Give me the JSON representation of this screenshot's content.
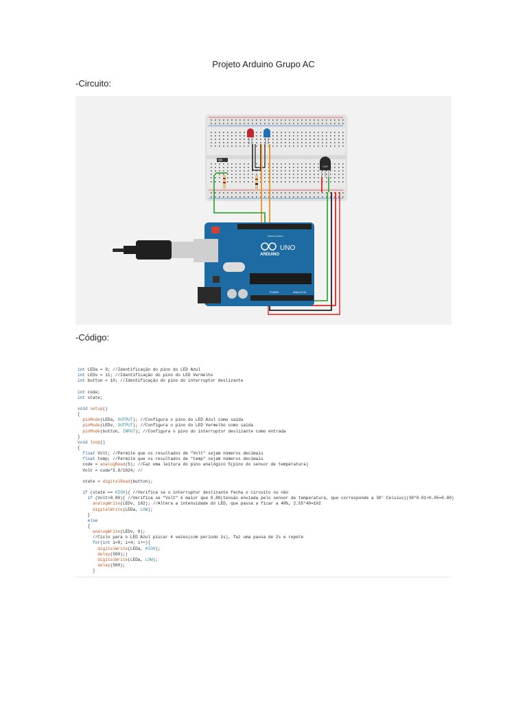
{
  "doc": {
    "title": "Projeto Arduino Grupo AC",
    "circuit_heading": "-Circuito:",
    "code_heading": "-Código:"
  },
  "board": {
    "brand": "ARDUINO",
    "model": "UNO",
    "digital_label": "DIGITAL (PWM~)",
    "power_label": "POWER",
    "analog_label": "ANALOG IN",
    "sensor_label": "TMP"
  },
  "code_lines": [
    [
      [
        "kw",
        "int"
      ],
      [
        "t",
        " LEDa = 9; //Identificação do pino do LED Azul"
      ]
    ],
    [
      [
        "kw",
        "int"
      ],
      [
        "t",
        " LEDv = 11; //Identificação do pino do LED Vermelho"
      ]
    ],
    [
      [
        "kw",
        "int"
      ],
      [
        "t",
        " button = 10; //Identificação do pino do interruptor deslizante"
      ]
    ],
    [
      [
        "t",
        ""
      ]
    ],
    [
      [
        "kw",
        "int"
      ],
      [
        "t",
        " code;"
      ]
    ],
    [
      [
        "kw",
        "int"
      ],
      [
        "t",
        " state;"
      ]
    ],
    [
      [
        "t",
        ""
      ]
    ],
    [
      [
        "kw",
        "void"
      ],
      [
        "t",
        " "
      ],
      [
        "fn",
        "setup"
      ],
      [
        "t",
        "()"
      ]
    ],
    [
      [
        "t",
        "{"
      ]
    ],
    [
      [
        "t",
        "  "
      ],
      [
        "fn",
        "pinMode"
      ],
      [
        "t",
        "(LEDa, "
      ],
      [
        "cn",
        "OUTPUT"
      ],
      [
        "t",
        "); //Configura o pino do LED Azul como saída"
      ]
    ],
    [
      [
        "t",
        "  "
      ],
      [
        "fn",
        "pinMode"
      ],
      [
        "t",
        "(LEDv, "
      ],
      [
        "cn",
        "OUTPUT"
      ],
      [
        "t",
        "); //Configura o pino do LED Vermelho como saída"
      ]
    ],
    [
      [
        "t",
        "  "
      ],
      [
        "fn",
        "pinMode"
      ],
      [
        "t",
        "(button, "
      ],
      [
        "cn",
        "INPUT"
      ],
      [
        "t",
        "); //Configura o pino do interruptor deslizante como entrada"
      ]
    ],
    [
      [
        "t",
        "}"
      ]
    ],
    [
      [
        "kw",
        "void"
      ],
      [
        "t",
        " "
      ],
      [
        "fn",
        "loop"
      ],
      [
        "t",
        "()"
      ]
    ],
    [
      [
        "t",
        "{"
      ]
    ],
    [
      [
        "t",
        "  "
      ],
      [
        "kw",
        "float"
      ],
      [
        "t",
        " Volt; //Permite que os resultados de \"Volt\" sejam números decimais"
      ]
    ],
    [
      [
        "t",
        "  "
      ],
      [
        "kw",
        "float"
      ],
      [
        "t",
        " temp; //Permite que os resultados de \"temp\" sejam números decimais"
      ]
    ],
    [
      [
        "t",
        "  code = "
      ],
      [
        "fn",
        "analogRead"
      ],
      [
        "t",
        "(5); //Faz uma leitura do pino analógico 5(pino do sensor de temperatura)"
      ]
    ],
    [
      [
        "t",
        "  Volt = code*5.0/1024; //"
      ]
    ],
    [
      [
        "t",
        ""
      ]
    ],
    [
      [
        "t",
        "  state = "
      ],
      [
        "fn",
        "digitalRead"
      ],
      [
        "t",
        "(button);"
      ]
    ],
    [
      [
        "t",
        ""
      ]
    ],
    [
      [
        "t",
        "  "
      ],
      [
        "kw",
        "if"
      ],
      [
        "t",
        " (state == "
      ],
      [
        "cn",
        "HIGH"
      ],
      [
        "t",
        "){ //Verifica se o interruptor deslizante fecha o circuito ou não"
      ]
    ],
    [
      [
        "t",
        "    "
      ],
      [
        "kw",
        "if"
      ],
      [
        "t",
        " (Volt>0.80){ //Verifica se \"Volt\" é maior que 0.80(tensão enviada pelo sensor de temperatura, que corresponde a 30° Celsius)(30*0.01+0.05=0.80)"
      ]
    ],
    [
      [
        "t",
        "      "
      ],
      [
        "fn",
        "analogWrite"
      ],
      [
        "t",
        "(LEDv, 102); //Altera a intensidade do LED, que passa a ficar a 40%, 2.55*40=102"
      ]
    ],
    [
      [
        "t",
        "      "
      ],
      [
        "fn",
        "digitalWrite"
      ],
      [
        "t",
        "(LEDa, "
      ],
      [
        "cn",
        "LOW"
      ],
      [
        "t",
        ");"
      ]
    ],
    [
      [
        "t",
        "    }"
      ]
    ],
    [
      [
        "t",
        "    "
      ],
      [
        "kw",
        "else"
      ]
    ],
    [
      [
        "t",
        "    {"
      ]
    ],
    [
      [
        "t",
        "      "
      ],
      [
        "fn",
        "analogWrite"
      ],
      [
        "t",
        "(LEDv, 0);"
      ]
    ],
    [
      [
        "t",
        "      //Ciclo para o LED Azul piscar 4 vezes(com período 1s), faz uma pausa de 2s e repete"
      ]
    ],
    [
      [
        "t",
        "      "
      ],
      [
        "kw",
        "for"
      ],
      [
        "t",
        "("
      ],
      [
        "kw",
        "int"
      ],
      [
        "t",
        " i=0; i<4; i++){"
      ]
    ],
    [
      [
        "t",
        "        "
      ],
      [
        "fn",
        "digitalWrite"
      ],
      [
        "t",
        "(LEDa, "
      ],
      [
        "cn",
        "HIGH"
      ],
      [
        "t",
        ");"
      ]
    ],
    [
      [
        "t",
        "        "
      ],
      [
        "fn",
        "delay"
      ],
      [
        "t",
        "(500);|"
      ]
    ],
    [
      [
        "t",
        "        "
      ],
      [
        "fn",
        "digitalWrite"
      ],
      [
        "t",
        "(LEDa, "
      ],
      [
        "cn",
        "LOW"
      ],
      [
        "t",
        ");"
      ]
    ],
    [
      [
        "t",
        "        "
      ],
      [
        "fn",
        "delay"
      ],
      [
        "t",
        "(500);"
      ]
    ],
    [
      [
        "t",
        "      }"
      ]
    ]
  ]
}
